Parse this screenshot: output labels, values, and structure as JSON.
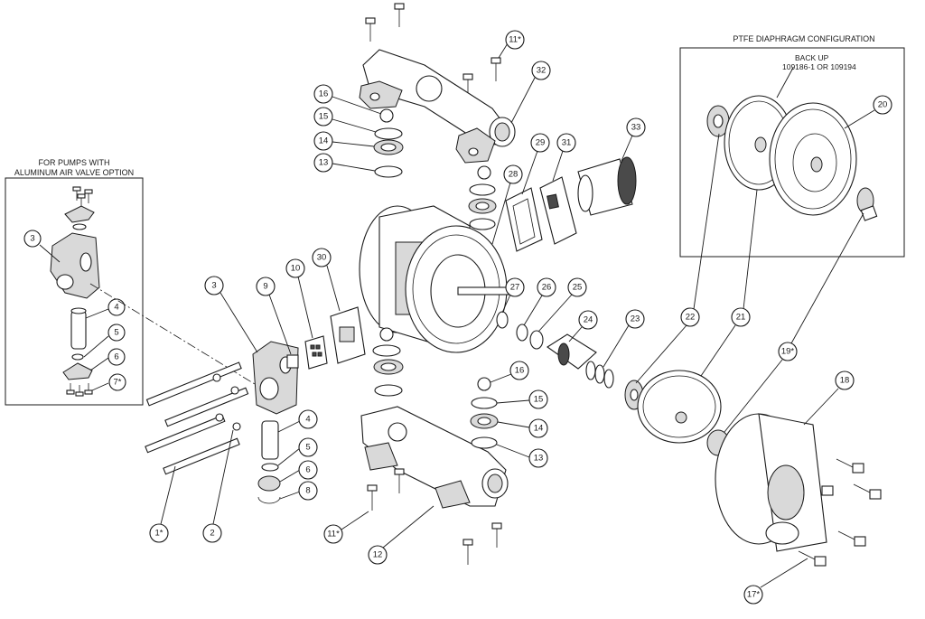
{
  "diagram": {
    "inset_left": {
      "title_line1": "FOR PUMPS WITH",
      "title_line2": "ALUMINUM AIR VALVE OPTION",
      "callouts": [
        "3",
        "4",
        "5",
        "6",
        "7*"
      ]
    },
    "inset_right": {
      "title": "PTFE DIAPHRAGM CONFIGURATION",
      "backup_line1": "BACK UP",
      "backup_line2": "109186-1 OR 109194",
      "callouts": [
        "20"
      ]
    },
    "callouts": {
      "c1": "1*",
      "c2": "2",
      "c3": "3",
      "c4": "4",
      "c5": "5",
      "c6": "6",
      "c8": "8",
      "c9": "9",
      "c10": "10",
      "c11_top": "11*",
      "c11_bottom": "11*",
      "c12": "12",
      "c13_top": "13",
      "c13_bottom": "13",
      "c14_top": "14",
      "c14_bottom": "14",
      "c15_top": "15",
      "c15_bottom": "15",
      "c16_top": "16",
      "c16_bottom": "16",
      "c17": "17*",
      "c18": "18",
      "c19": "19*",
      "c21": "21",
      "c22": "22",
      "c23": "23",
      "c24": "24",
      "c25": "25",
      "c26": "26",
      "c27": "27",
      "c28": "28",
      "c29": "29",
      "c30": "30",
      "c31": "31",
      "c32": "32",
      "c33": "33"
    }
  }
}
